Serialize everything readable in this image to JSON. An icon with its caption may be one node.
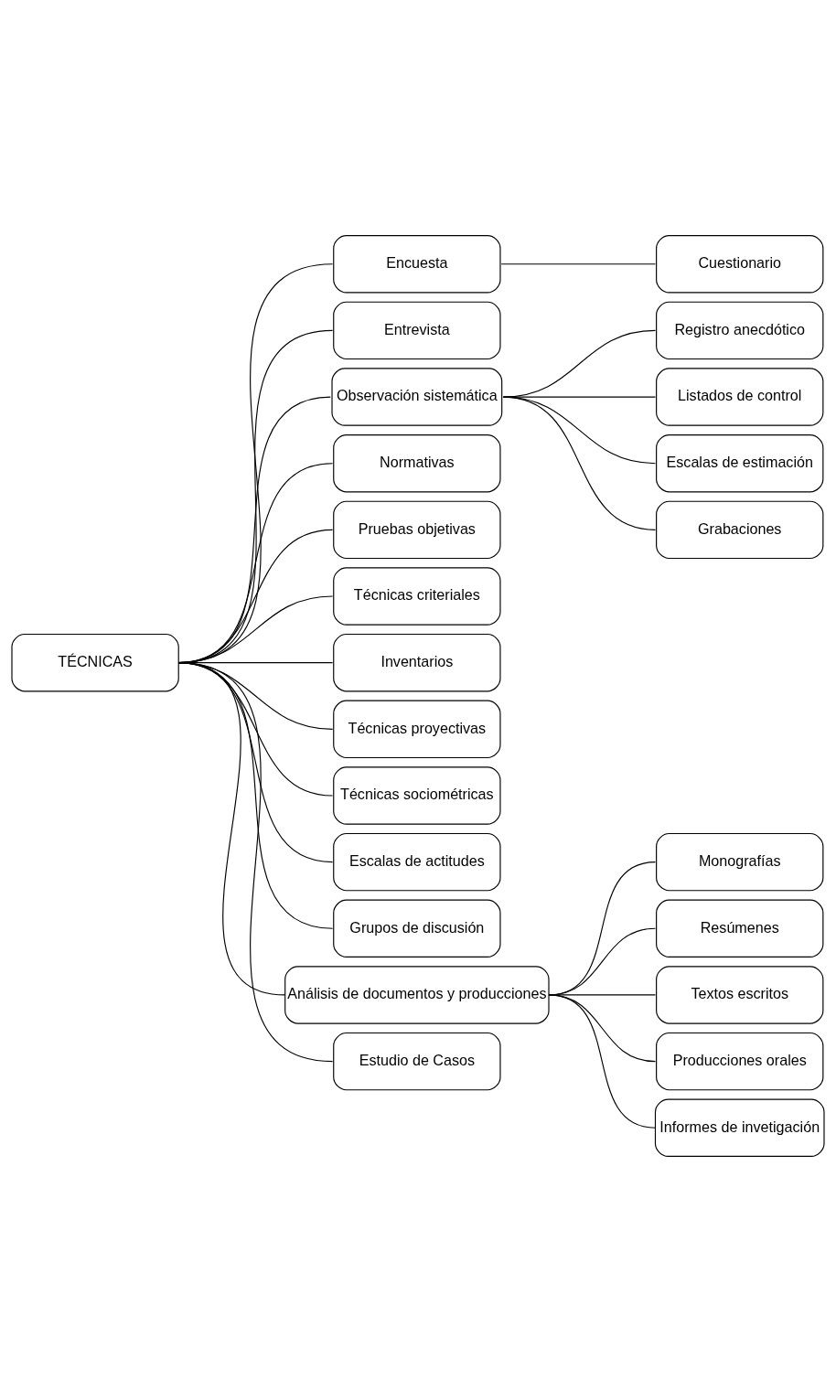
{
  "diagram": {
    "nodes": [
      {
        "text": [
          "TÉCNICAS"
        ]
      },
      {
        "text": [
          "Encuesta"
        ]
      },
      {
        "text": [
          "Entrevista"
        ]
      },
      {
        "text": [
          "Observación sistemática"
        ]
      },
      {
        "text": [
          "Normativas"
        ]
      },
      {
        "text": [
          "Pruebas objetivas"
        ]
      },
      {
        "text": [
          "Técnicas criteriales"
        ]
      },
      {
        "text": [
          "Inventarios"
        ]
      },
      {
        "text": [
          "Técnicas proyectivas"
        ]
      },
      {
        "text": [
          "Técnicas sociométricas"
        ]
      },
      {
        "text": [
          "Escalas de actitudes"
        ]
      },
      {
        "text": [
          "Grupos de discusión"
        ]
      },
      {
        "text": [
          "Análisis de documentos y producciones"
        ]
      },
      {
        "text": [
          "Estudio de Casos"
        ]
      },
      {
        "text": [
          "Cuestionario"
        ]
      },
      {
        "text": [
          "Registro anecdótico"
        ]
      },
      {
        "text": [
          "Listados de control"
        ]
      },
      {
        "text": [
          "Escalas de estimación"
        ]
      },
      {
        "text": [
          "Grabaciones"
        ]
      },
      {
        "text": [
          "Monografías"
        ]
      },
      {
        "text": [
          "Resúmenes"
        ]
      },
      {
        "text": [
          "Textos escritos"
        ]
      },
      {
        "text": [
          "Producciones orales"
        ]
      },
      {
        "text": [
          "Informes de invetigación"
        ]
      }
    ],
    "edges": [
      {
        "from": 0,
        "to": 1,
        "arrow": "none"
      },
      {
        "from": 0,
        "to": 2,
        "arrow": "none"
      },
      {
        "from": 0,
        "to": 3,
        "arrow": "none"
      },
      {
        "from": 0,
        "to": 4,
        "arrow": "none"
      },
      {
        "from": 0,
        "to": 5,
        "arrow": "none"
      },
      {
        "from": 0,
        "to": 6,
        "arrow": "none"
      },
      {
        "from": 0,
        "to": 7,
        "arrow": "none"
      },
      {
        "from": 0,
        "to": 8,
        "arrow": "none"
      },
      {
        "from": 0,
        "to": 9,
        "arrow": "none"
      },
      {
        "from": 0,
        "to": 10,
        "arrow": "none"
      },
      {
        "from": 0,
        "to": 11,
        "arrow": "none"
      },
      {
        "from": 0,
        "to": 12,
        "arrow": "none"
      },
      {
        "from": 0,
        "to": 13,
        "arrow": "none"
      },
      {
        "from": 1,
        "to": 14,
        "arrow": "none"
      },
      {
        "from": 3,
        "to": 15,
        "arrow": "none"
      },
      {
        "from": 3,
        "to": 16,
        "arrow": "none"
      },
      {
        "from": 3,
        "to": 17,
        "arrow": "none"
      },
      {
        "from": 3,
        "to": 18,
        "arrow": "none"
      },
      {
        "from": 12,
        "to": 19,
        "arrow": "none"
      },
      {
        "from": 12,
        "to": 20,
        "arrow": "none"
      },
      {
        "from": 12,
        "to": 21,
        "arrow": "none"
      },
      {
        "from": 12,
        "to": 22,
        "arrow": "none"
      },
      {
        "from": 12,
        "to": 23,
        "arrow": "none"
      }
    ]
  }
}
